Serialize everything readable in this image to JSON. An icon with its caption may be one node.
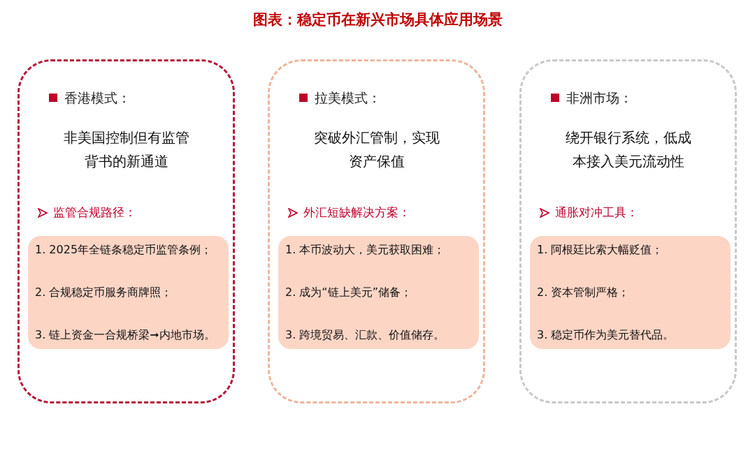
{
  "diagram": {
    "title": "图表：稳定币在新兴市场具体应用场景",
    "nodes": [
      {
        "text": [
          "香港模式：",
          "非美国控制但有监管背书的新通道",
          "监管合规路径："
        ]
      },
      {
        "text": [
          "1. 2025年全链条稳定币监管条例；",
          "2. 合规稳定币服务商牌照；",
          "3. 链上资金一合规桥梁➞内地市场。"
        ],
        "in": 0
      },
      {
        "text": [
          "拉美模式：",
          "突破外汇管制，实现资产保值",
          "外汇短缺解决方案："
        ]
      },
      {
        "text": [
          "1. 本币波动大，美元获取困难；",
          "2. 成为“链上美元”储备；",
          "3. 跨境贸易、汇款、价值储存。"
        ],
        "in": 2
      },
      {
        "text": [
          "非洲市场：",
          "绕开银行系统，低成本接入美元流动性",
          "通胀对冲工具："
        ]
      },
      {
        "text": [
          "1. 阿根廷比索大幅贬值；",
          "2. 资本管制严格；",
          "3. 稳定币作为美元替代品。"
        ],
        "in": 4
      }
    ]
  }
}
